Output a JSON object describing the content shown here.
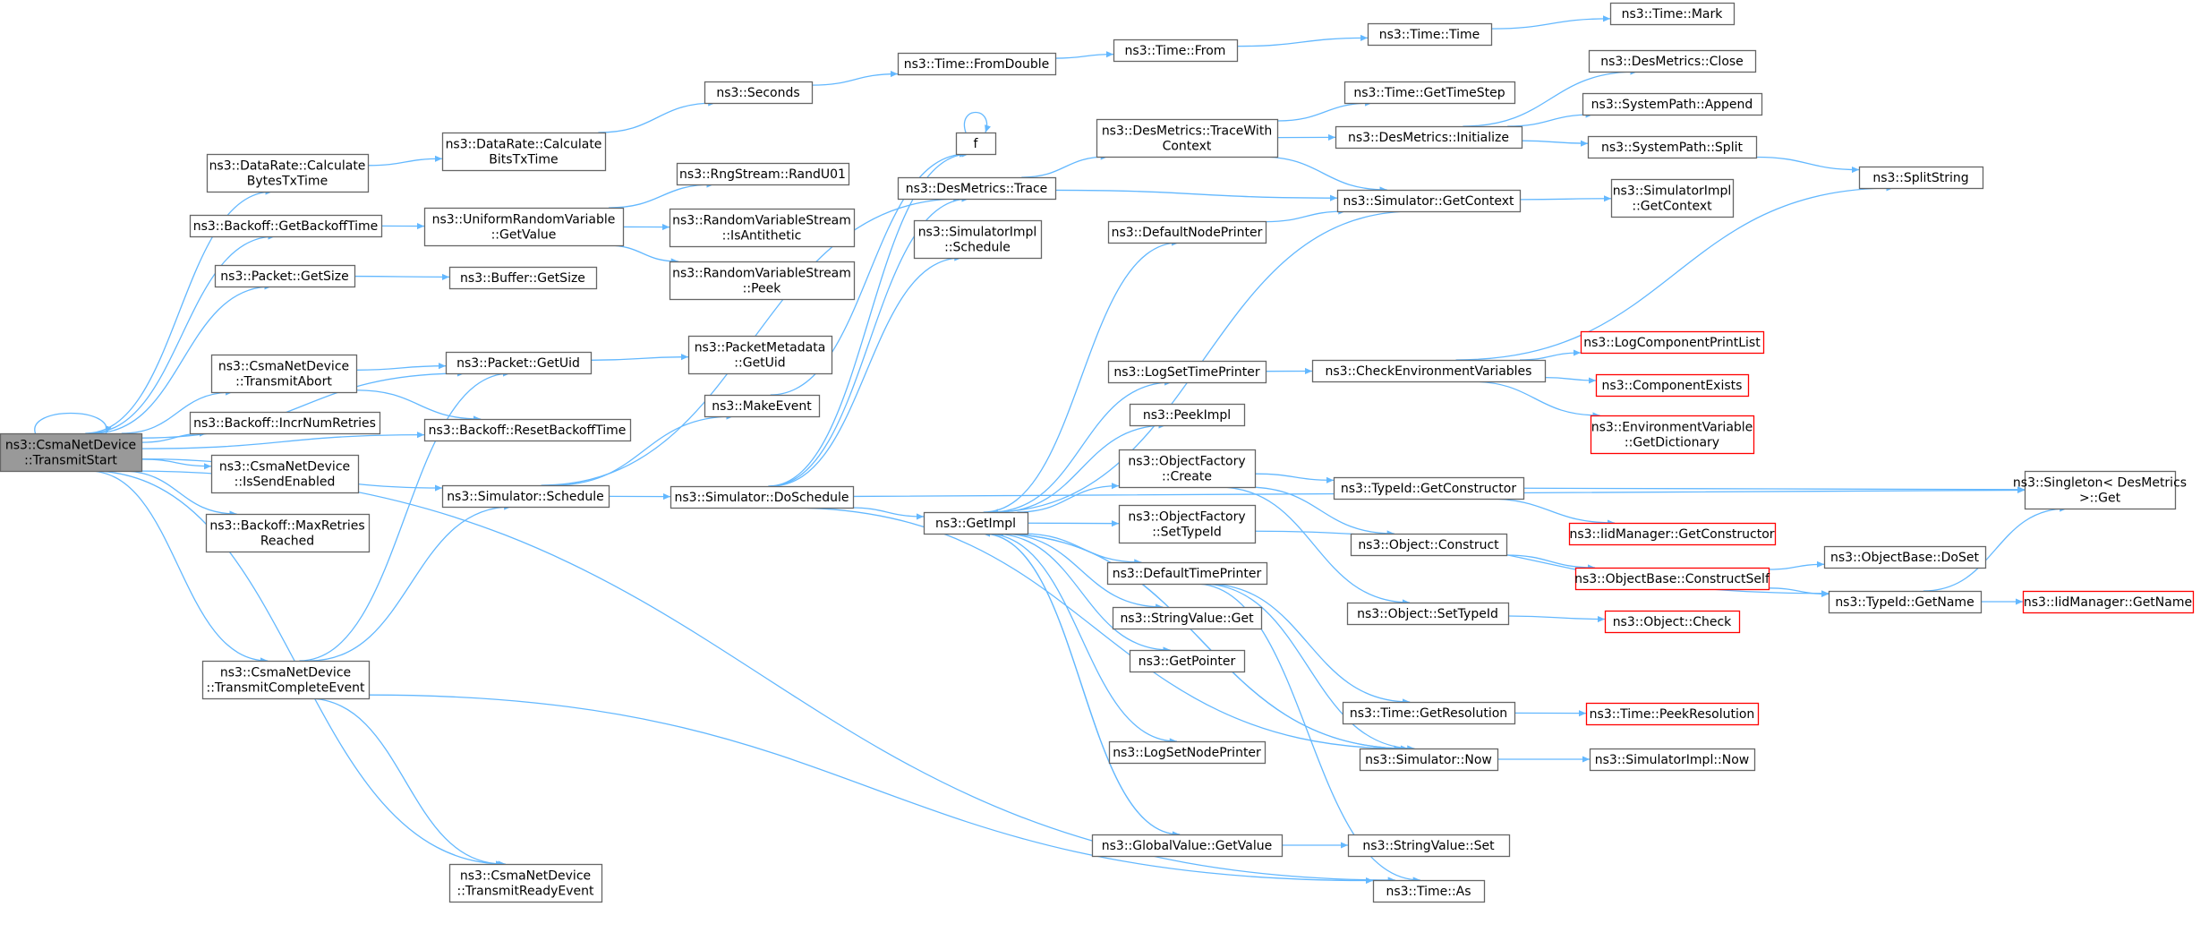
{
  "graph": {
    "edge_color": "#63b8ff",
    "node_border_color": "#666666",
    "root_fill_color": "#999999",
    "missing_node_border_color": "#ff0000",
    "nodes": [
      {
        "id": "transmitstart",
        "lines": [
          "ns3::CsmaNetDevice",
          "::TransmitStart"
        ],
        "style": "root"
      },
      {
        "id": "calcbytes",
        "lines": [
          "ns3::DataRate::Calculate",
          "BytesTxTime"
        ]
      },
      {
        "id": "getbackofftime",
        "lines": [
          "ns3::Backoff::GetBackoffTime"
        ]
      },
      {
        "id": "packetgetsize",
        "lines": [
          "ns3::Packet::GetSize"
        ]
      },
      {
        "id": "transmitabort",
        "lines": [
          "ns3::CsmaNetDevice",
          "::TransmitAbort"
        ]
      },
      {
        "id": "incrnumretries",
        "lines": [
          "ns3::Backoff::IncrNumRetries"
        ]
      },
      {
        "id": "issendenabled",
        "lines": [
          "ns3::CsmaNetDevice",
          "::IsSendEnabled"
        ]
      },
      {
        "id": "maxretries",
        "lines": [
          "ns3::Backoff::MaxRetries",
          "Reached"
        ]
      },
      {
        "id": "transmitcomplete",
        "lines": [
          "ns3::CsmaNetDevice",
          "::TransmitCompleteEvent"
        ]
      },
      {
        "id": "transmitready",
        "lines": [
          "ns3::CsmaNetDevice",
          "::TransmitReadyEvent"
        ]
      },
      {
        "id": "calcbits",
        "lines": [
          "ns3::DataRate::Calculate",
          "BitsTxTime"
        ]
      },
      {
        "id": "urvgetvalue",
        "lines": [
          "ns3::UniformRandomVariable",
          "::GetValue"
        ]
      },
      {
        "id": "buffergetsize",
        "lines": [
          "ns3::Buffer::GetSize"
        ]
      },
      {
        "id": "packetgetuid",
        "lines": [
          "ns3::Packet::GetUid"
        ]
      },
      {
        "id": "resetbackoff",
        "lines": [
          "ns3::Backoff::ResetBackoffTime"
        ]
      },
      {
        "id": "simschedule",
        "lines": [
          "ns3::Simulator::Schedule"
        ]
      },
      {
        "id": "seconds",
        "lines": [
          "ns3::Seconds"
        ]
      },
      {
        "id": "randu01",
        "lines": [
          "ns3::RngStream::RandU01"
        ]
      },
      {
        "id": "isantithetic",
        "lines": [
          "ns3::RandomVariableStream",
          "::IsAntithetic"
        ]
      },
      {
        "id": "rvspeek",
        "lines": [
          "ns3::RandomVariableStream",
          "::Peek"
        ]
      },
      {
        "id": "pmgetuid",
        "lines": [
          "ns3::PacketMetadata",
          "::GetUid"
        ]
      },
      {
        "id": "makeevent",
        "lines": [
          "ns3::MakeEvent"
        ]
      },
      {
        "id": "doschedule",
        "lines": [
          "ns3::Simulator::DoSchedule"
        ]
      },
      {
        "id": "fromdouble",
        "lines": [
          "ns3::Time::FromDouble"
        ]
      },
      {
        "id": "f",
        "lines": [
          "f"
        ]
      },
      {
        "id": "desmetricstrace",
        "lines": [
          "ns3::DesMetrics::Trace"
        ]
      },
      {
        "id": "simimplschedule",
        "lines": [
          "ns3::SimulatorImpl",
          "::Schedule"
        ]
      },
      {
        "id": "getimpl",
        "lines": [
          "ns3::GetImpl"
        ]
      },
      {
        "id": "timefrom",
        "lines": [
          "ns3::Time::From"
        ]
      },
      {
        "id": "tracewithcontext",
        "lines": [
          "ns3::DesMetrics::TraceWith",
          "Context"
        ]
      },
      {
        "id": "defaultnodeprinter",
        "lines": [
          "ns3::DefaultNodePrinter"
        ]
      },
      {
        "id": "logsettimeprinter",
        "lines": [
          "ns3::LogSetTimePrinter"
        ]
      },
      {
        "id": "peekimpl",
        "lines": [
          "ns3::PeekImpl"
        ]
      },
      {
        "id": "ofcreate",
        "lines": [
          "ns3::ObjectFactory",
          "::Create"
        ]
      },
      {
        "id": "ofsettypeid",
        "lines": [
          "ns3::ObjectFactory",
          "::SetTypeId"
        ]
      },
      {
        "id": "defaulttimeprinter",
        "lines": [
          "ns3::DefaultTimePrinter"
        ]
      },
      {
        "id": "stringvalueget",
        "lines": [
          "ns3::StringValue::Get"
        ]
      },
      {
        "id": "getpointer",
        "lines": [
          "ns3::GetPointer"
        ]
      },
      {
        "id": "logsetnodeprinter",
        "lines": [
          "ns3::LogSetNodePrinter"
        ]
      },
      {
        "id": "gvgetvalue",
        "lines": [
          "ns3::GlobalValue::GetValue"
        ]
      },
      {
        "id": "timetime",
        "lines": [
          "ns3::Time::Time"
        ]
      },
      {
        "id": "gettimestep",
        "lines": [
          "ns3::Time::GetTimeStep"
        ]
      },
      {
        "id": "desinitialize",
        "lines": [
          "ns3::DesMetrics::Initialize"
        ]
      },
      {
        "id": "simgetcontext",
        "lines": [
          "ns3::Simulator::GetContext"
        ]
      },
      {
        "id": "checkenv",
        "lines": [
          "ns3::CheckEnvironmentVariables"
        ]
      },
      {
        "id": "typeidgetconstructor",
        "lines": [
          "ns3::TypeId::GetConstructor"
        ]
      },
      {
        "id": "objconstruct",
        "lines": [
          "ns3::Object::Construct"
        ]
      },
      {
        "id": "objsettypeid",
        "lines": [
          "ns3::Object::SetTypeId"
        ]
      },
      {
        "id": "getresolution",
        "lines": [
          "ns3::Time::GetResolution"
        ]
      },
      {
        "id": "simnow",
        "lines": [
          "ns3::Simulator::Now"
        ]
      },
      {
        "id": "stringvalueset",
        "lines": [
          "ns3::StringValue::Set"
        ]
      },
      {
        "id": "timeas",
        "lines": [
          "ns3::Time::As"
        ]
      },
      {
        "id": "timemark",
        "lines": [
          "ns3::Time::Mark"
        ]
      },
      {
        "id": "desclose",
        "lines": [
          "ns3::DesMetrics::Close"
        ]
      },
      {
        "id": "sysappend",
        "lines": [
          "ns3::SystemPath::Append"
        ]
      },
      {
        "id": "syssplit",
        "lines": [
          "ns3::SystemPath::Split"
        ]
      },
      {
        "id": "simimplgetcontext",
        "lines": [
          "ns3::SimulatorImpl",
          "::GetContext"
        ]
      },
      {
        "id": "logcomplist",
        "lines": [
          "ns3::LogComponentPrintList"
        ],
        "style": "red"
      },
      {
        "id": "compexists",
        "lines": [
          "ns3::ComponentExists"
        ],
        "style": "red"
      },
      {
        "id": "envgetdict",
        "lines": [
          "ns3::EnvironmentVariable",
          "::GetDictionary"
        ],
        "style": "red"
      },
      {
        "id": "iidgetconstructor",
        "lines": [
          "ns3::IidManager::GetConstructor"
        ],
        "style": "red"
      },
      {
        "id": "constructself",
        "lines": [
          "ns3::ObjectBase::ConstructSelf"
        ],
        "style": "red"
      },
      {
        "id": "objcheck",
        "lines": [
          "ns3::Object::Check"
        ],
        "style": "red"
      },
      {
        "id": "peekresolution",
        "lines": [
          "ns3::Time::PeekResolution"
        ],
        "style": "red"
      },
      {
        "id": "simimplnow",
        "lines": [
          "ns3::SimulatorImpl::Now"
        ]
      },
      {
        "id": "splitstring",
        "lines": [
          "ns3::SplitString"
        ]
      },
      {
        "id": "singletonget",
        "lines": [
          "ns3::Singleton< DesMetrics",
          " >::Get"
        ]
      },
      {
        "id": "objbasedoset",
        "lines": [
          "ns3::ObjectBase::DoSet"
        ]
      },
      {
        "id": "typeidgetname",
        "lines": [
          "ns3::TypeId::GetName"
        ]
      },
      {
        "id": "iidgetname",
        "lines": [
          "ns3::IidManager::GetName"
        ],
        "style": "red"
      }
    ],
    "edges": [
      [
        "transmitstart",
        "transmitstart"
      ],
      [
        "transmitstart",
        "calcbytes"
      ],
      [
        "transmitstart",
        "getbackofftime"
      ],
      [
        "transmitstart",
        "packetgetsize"
      ],
      [
        "transmitstart",
        "transmitabort"
      ],
      [
        "transmitstart",
        "incrnumretries"
      ],
      [
        "transmitstart",
        "issendenabled"
      ],
      [
        "transmitstart",
        "maxretries"
      ],
      [
        "transmitstart",
        "transmitcomplete"
      ],
      [
        "transmitstart",
        "transmitready"
      ],
      [
        "transmitstart",
        "packetgetuid"
      ],
      [
        "transmitstart",
        "resetbackoff"
      ],
      [
        "transmitstart",
        "simschedule"
      ],
      [
        "transmitstart",
        "timeas"
      ],
      [
        "calcbytes",
        "calcbits"
      ],
      [
        "calcbits",
        "seconds"
      ],
      [
        "seconds",
        "fromdouble"
      ],
      [
        "fromdouble",
        "timefrom"
      ],
      [
        "timefrom",
        "timetime"
      ],
      [
        "timetime",
        "timemark"
      ],
      [
        "getbackofftime",
        "urvgetvalue"
      ],
      [
        "urvgetvalue",
        "randu01"
      ],
      [
        "urvgetvalue",
        "isantithetic"
      ],
      [
        "urvgetvalue",
        "rvspeek"
      ],
      [
        "packetgetsize",
        "buffergetsize"
      ],
      [
        "transmitabort",
        "packetgetuid"
      ],
      [
        "transmitabort",
        "resetbackoff"
      ],
      [
        "packetgetuid",
        "pmgetuid"
      ],
      [
        "transmitcomplete",
        "packetgetuid"
      ],
      [
        "transmitcomplete",
        "simschedule"
      ],
      [
        "transmitcomplete",
        "transmitready"
      ],
      [
        "transmitcomplete",
        "timeas"
      ],
      [
        "simschedule",
        "makeevent"
      ],
      [
        "simschedule",
        "doschedule"
      ],
      [
        "simschedule",
        "desmetricstrace"
      ],
      [
        "makeevent",
        "f"
      ],
      [
        "f",
        "f"
      ],
      [
        "doschedule",
        "f"
      ],
      [
        "doschedule",
        "desmetricstrace"
      ],
      [
        "doschedule",
        "simimplschedule"
      ],
      [
        "doschedule",
        "getimpl"
      ],
      [
        "doschedule",
        "simnow"
      ],
      [
        "doschedule",
        "singletonget"
      ],
      [
        "desmetricstrace",
        "tracewithcontext"
      ],
      [
        "desmetricstrace",
        "simgetcontext"
      ],
      [
        "tracewithcontext",
        "gettimestep"
      ],
      [
        "tracewithcontext",
        "desinitialize"
      ],
      [
        "tracewithcontext",
        "simgetcontext"
      ],
      [
        "desinitialize",
        "desclose"
      ],
      [
        "desinitialize",
        "sysappend"
      ],
      [
        "desinitialize",
        "syssplit"
      ],
      [
        "syssplit",
        "splitstring"
      ],
      [
        "simgetcontext",
        "simimplgetcontext"
      ],
      [
        "simgetcontext",
        "getimpl"
      ],
      [
        "getimpl",
        "defaultnodeprinter"
      ],
      [
        "getimpl",
        "logsettimeprinter"
      ],
      [
        "getimpl",
        "peekimpl"
      ],
      [
        "getimpl",
        "ofcreate"
      ],
      [
        "getimpl",
        "ofsettypeid"
      ],
      [
        "getimpl",
        "defaulttimeprinter"
      ],
      [
        "getimpl",
        "stringvalueget"
      ],
      [
        "getimpl",
        "getpointer"
      ],
      [
        "getimpl",
        "logsetnodeprinter"
      ],
      [
        "getimpl",
        "gvgetvalue"
      ],
      [
        "getimpl",
        "simnow"
      ],
      [
        "defaultnodeprinter",
        "simgetcontext"
      ],
      [
        "logsettimeprinter",
        "checkenv"
      ],
      [
        "checkenv",
        "splitstring"
      ],
      [
        "checkenv",
        "logcomplist"
      ],
      [
        "checkenv",
        "compexists"
      ],
      [
        "checkenv",
        "envgetdict"
      ],
      [
        "ofcreate",
        "typeidgetconstructor"
      ],
      [
        "ofcreate",
        "objconstruct"
      ],
      [
        "ofcreate",
        "objsettypeid"
      ],
      [
        "typeidgetconstructor",
        "iidgetconstructor"
      ],
      [
        "typeidgetconstructor",
        "singletonget"
      ],
      [
        "objconstruct",
        "constructself"
      ],
      [
        "constructself",
        "objbasedoset"
      ],
      [
        "constructself",
        "typeidgetname"
      ],
      [
        "objsettypeid",
        "objcheck"
      ],
      [
        "ofsettypeid",
        "typeidgetname"
      ],
      [
        "typeidgetname",
        "iidgetname"
      ],
      [
        "typeidgetname",
        "singletonget"
      ],
      [
        "defaulttimeprinter",
        "getresolution"
      ],
      [
        "defaulttimeprinter",
        "simnow"
      ],
      [
        "defaulttimeprinter",
        "timeas"
      ],
      [
        "getresolution",
        "peekresolution"
      ],
      [
        "simnow",
        "getimpl"
      ],
      [
        "simnow",
        "simimplnow"
      ],
      [
        "gvgetvalue",
        "getimpl"
      ],
      [
        "gvgetvalue",
        "stringvalueset"
      ]
    ]
  }
}
